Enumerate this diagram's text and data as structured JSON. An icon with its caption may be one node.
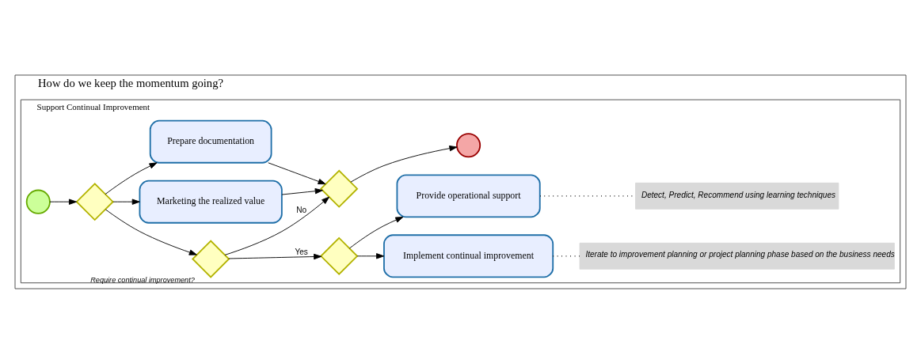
{
  "diagram": {
    "nodes": [
      {
        "text": [
          "How do we keep the momentum going?"
        ]
      },
      {
        "text": [
          "Support Continual Improvement"
        ],
        "in": 0
      },
      {
        "text": [],
        "shape": "circle",
        "in": 1
      },
      {
        "text": [],
        "shape": "diamond",
        "in": 1
      },
      {
        "text": [],
        "shape": "diamond",
        "in": 1,
        "beside": [
          "Require continual improvement?"
        ]
      },
      {
        "text": [],
        "shape": "diamond",
        "in": 1
      },
      {
        "text": [
          "Implement continual improvement"
        ],
        "in": 1
      },
      {
        "text": [
          "Provide operational support"
        ],
        "in": 1
      },
      {
        "text": [
          "Iterate to improvement planning or project planning phase based on the business needs"
        ],
        "in": 1
      },
      {
        "text": [
          "Detect, Predict, Recommend using learning techniques"
        ],
        "in": 1
      },
      {
        "text": [
          "Marketing the realized value"
        ],
        "in": 1
      },
      {
        "text": [
          "Prepare documentation"
        ],
        "in": 1
      },
      {
        "text": [],
        "shape": "diamond",
        "in": 1
      },
      {
        "text": [],
        "shape": "circle",
        "in": 1
      }
    ],
    "edges": [
      {
        "from": 2,
        "to": 3,
        "arrow": "to"
      },
      {
        "from": 3,
        "to": 4,
        "arrow": "to"
      },
      {
        "from": 3,
        "to": 10,
        "arrow": "to"
      },
      {
        "from": 3,
        "to": 11,
        "arrow": "to"
      },
      {
        "from": 4,
        "to": 5,
        "arrow": "to",
        "label": "Yes"
      },
      {
        "from": 4,
        "to": 12,
        "arrow": "to",
        "label": "No"
      },
      {
        "from": 5,
        "to": 6,
        "arrow": "to"
      },
      {
        "from": 5,
        "to": 7,
        "arrow": "to"
      },
      {
        "from": 6,
        "to": 8,
        "arrow": "none",
        "style": "dashed"
      },
      {
        "from": 7,
        "to": 9,
        "arrow": "none",
        "style": "dashed"
      },
      {
        "from": 10,
        "to": 12,
        "arrow": "to"
      },
      {
        "from": 11,
        "to": 12,
        "arrow": "to"
      },
      {
        "from": 12,
        "to": 13,
        "arrow": "to"
      }
    ]
  }
}
